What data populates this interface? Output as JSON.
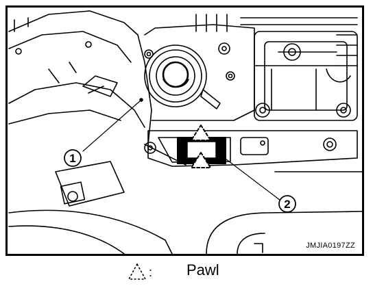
{
  "callouts": [
    {
      "number": "1"
    },
    {
      "number": "2"
    }
  ],
  "figure_code": "JMJIA0197ZZ",
  "legend": {
    "icon": "pawl-dashed-triangle-icon",
    "separator": ":",
    "label": "Pawl"
  }
}
